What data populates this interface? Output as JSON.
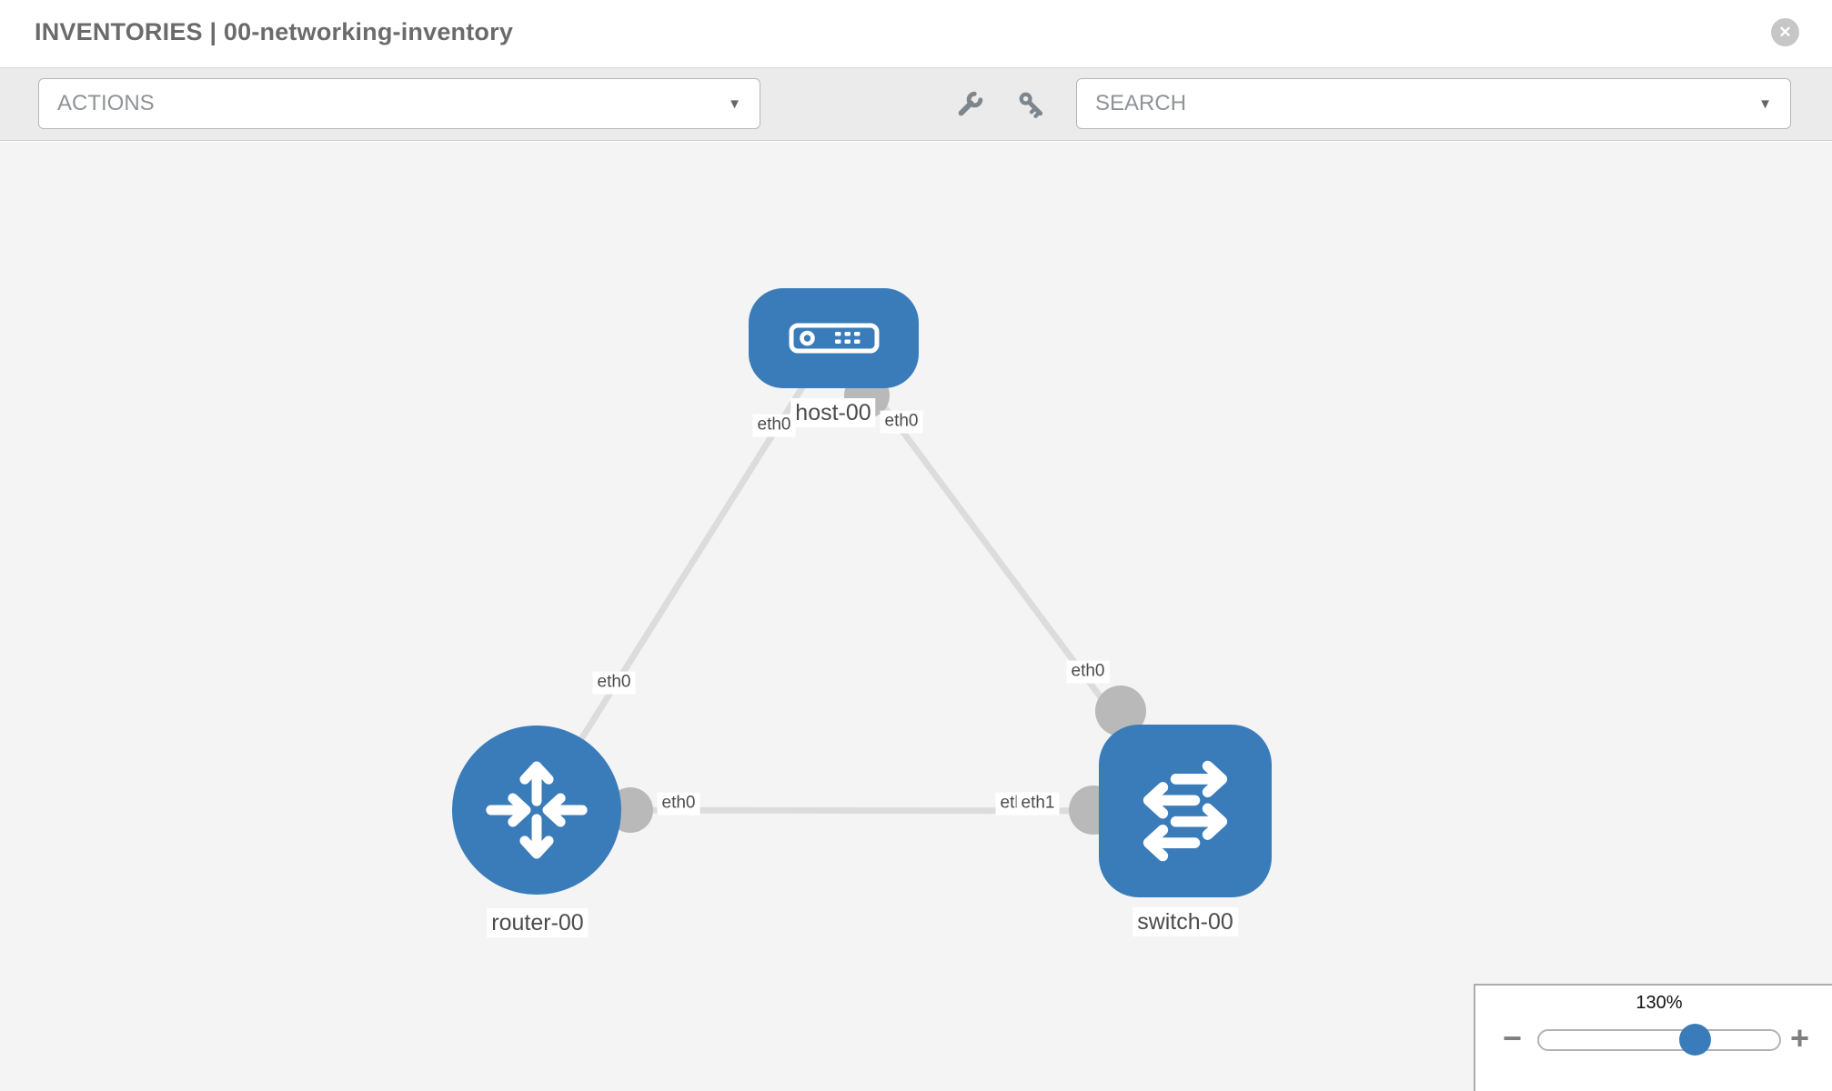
{
  "header": {
    "title": "INVENTORIES | 00-networking-inventory"
  },
  "toolbar": {
    "actions_label": "ACTIONS",
    "search_label": "SEARCH"
  },
  "icons": {
    "close": "✕",
    "caret": "▼",
    "minus": "−",
    "plus": "+"
  },
  "topology": {
    "nodes": {
      "host": {
        "label": "host-00",
        "type": "host"
      },
      "router": {
        "label": "router-00",
        "type": "router"
      },
      "switch": {
        "label": "switch-00",
        "type": "switch"
      }
    },
    "links": [
      {
        "from": "host-00",
        "to": "router-00"
      },
      {
        "from": "host-00",
        "to": "switch-00"
      },
      {
        "from": "router-00",
        "to": "switch-00"
      }
    ],
    "iface_labels": {
      "host_to_router": "eth0",
      "host_to_switch": "eth0",
      "router_to_host": "eth0",
      "router_to_switch": "eth0",
      "switch_to_host": "eth0",
      "switch_to_router_hidden": "eth0",
      "switch_to_router": "eth1"
    }
  },
  "zoom_control": {
    "level": "130%"
  },
  "colors": {
    "node_blue": "#3a7cba",
    "link_gray": "#dcdcdc",
    "connector_gray": "#b9b9b9",
    "canvas_bg": "#f4f4f5",
    "toolbar_bg": "#ebebeb",
    "title_gray": "#6b6b6b"
  }
}
